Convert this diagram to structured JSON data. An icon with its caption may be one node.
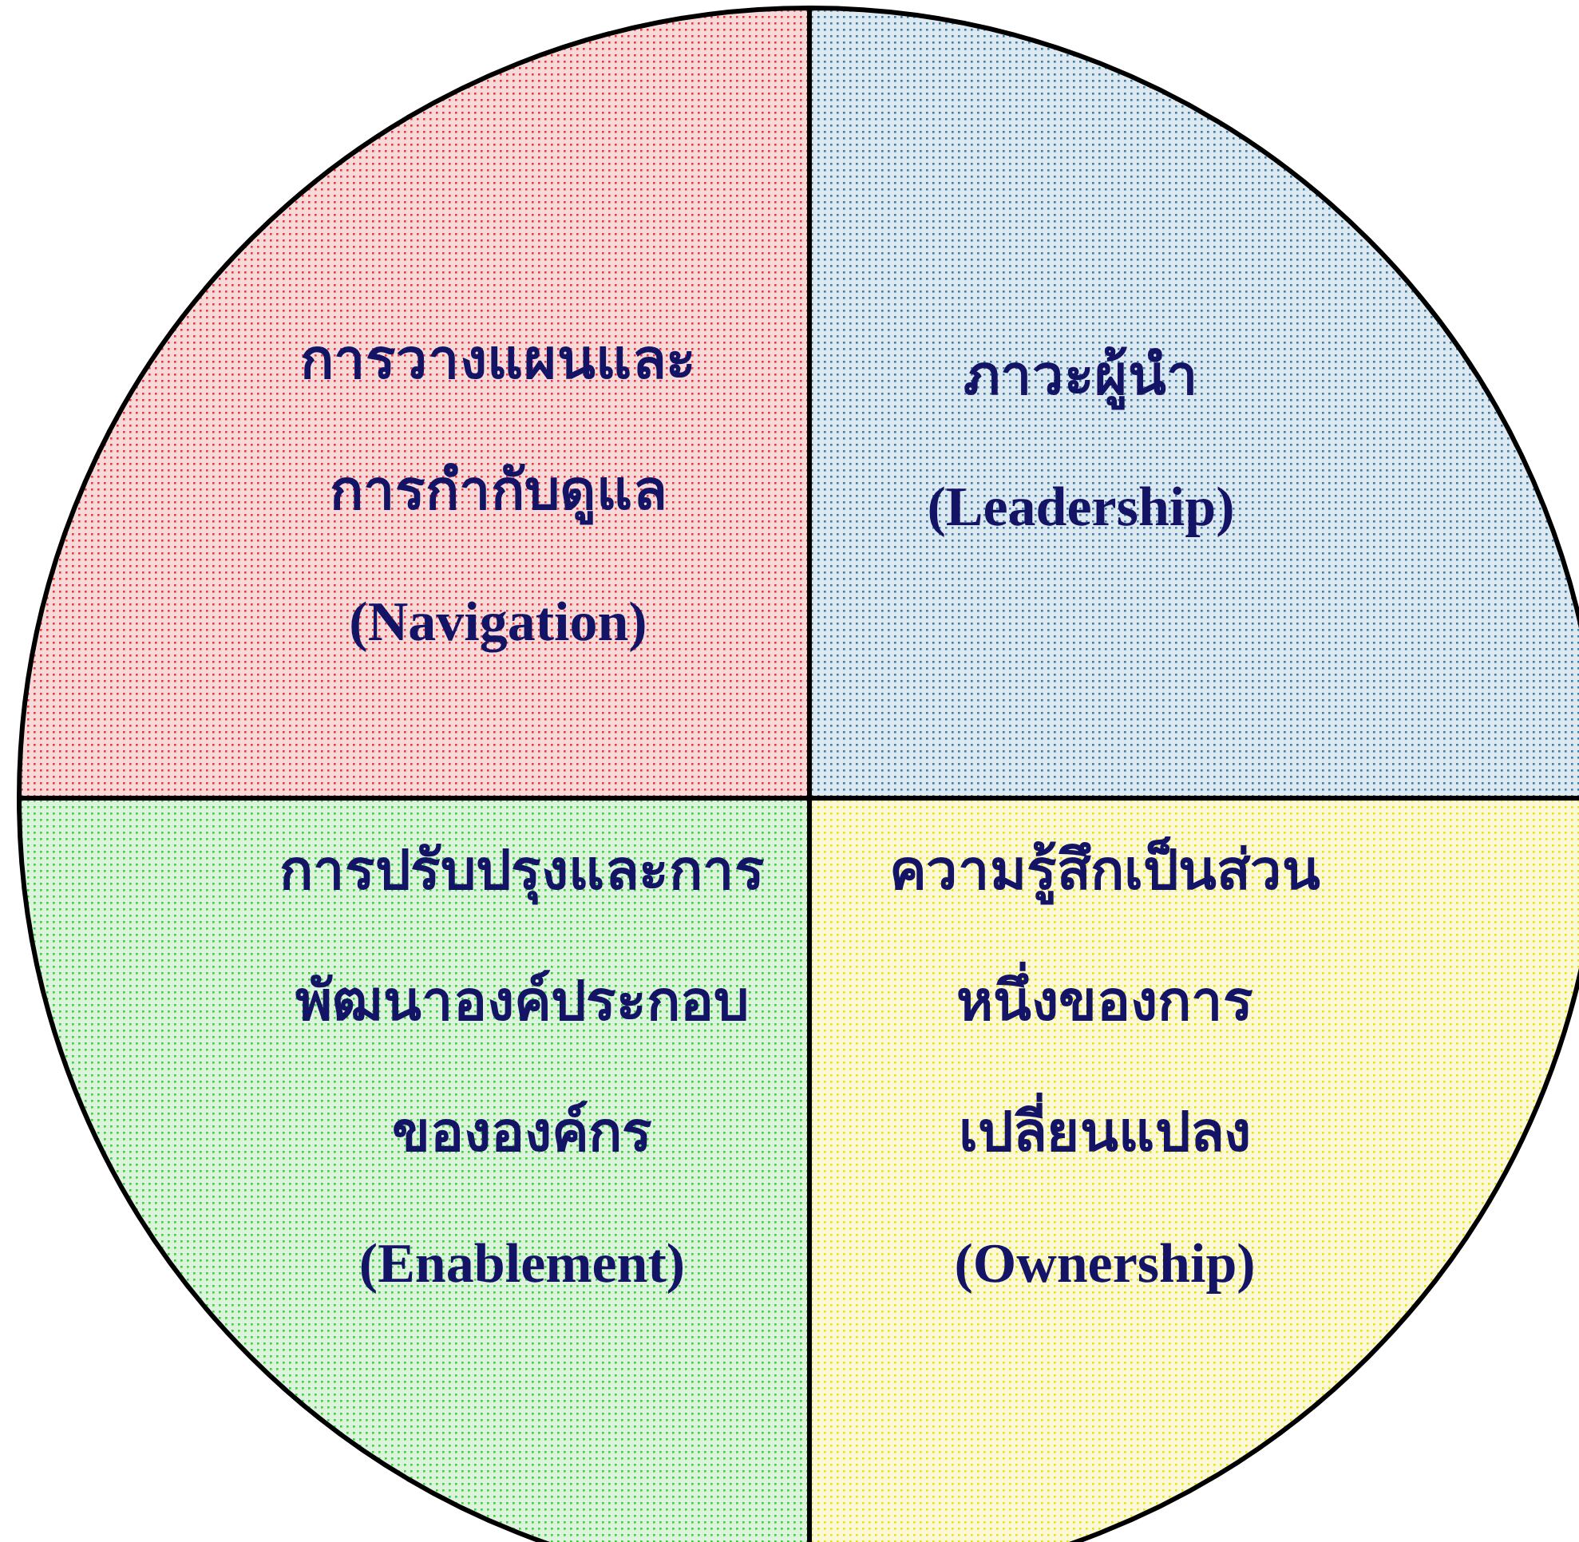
{
  "diagram": {
    "nodes": [
      {
        "text": [
          "การวางแผนและการกำกับดูแล",
          "(Navigation)"
        ]
      },
      {
        "text": [
          "ภาวะผู้นำ",
          "(Leadership)"
        ]
      },
      {
        "text": [
          "การปรับปรุงและการพัฒนาองค์ประกอบขององค์กร",
          "(Enablement)"
        ]
      },
      {
        "text": [
          "ความรู้สึกเป็นส่วนหนึ่งของการเปลี่ยนแปลง",
          "(Ownership)"
        ]
      }
    ]
  }
}
